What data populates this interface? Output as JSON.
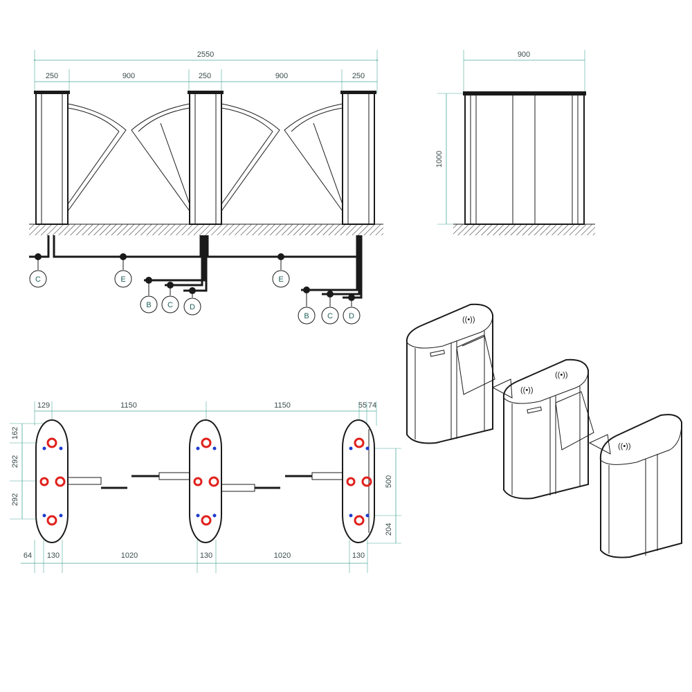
{
  "front_view": {
    "total_width": "2550",
    "segments": [
      "250",
      "900",
      "250",
      "900",
      "250"
    ]
  },
  "side_view": {
    "width": "900",
    "height": "1000"
  },
  "connections": {
    "c_left": "C",
    "e_left": "E",
    "b_mid": "B",
    "c_mid": "C",
    "d_mid": "D",
    "e_right": "E",
    "b_right": "B",
    "c_right": "C",
    "d_right": "D"
  },
  "plan_view": {
    "top_129": "129",
    "top_1150_a": "1150",
    "top_1150_b": "1150",
    "top_55": "55",
    "top_74": "74",
    "left_162": "162",
    "left_292_a": "292",
    "left_292_b": "292",
    "right_500": "500",
    "right_204": "204",
    "bottom_64": "64",
    "bottom_130_a": "130",
    "bottom_1020_a": "1020",
    "bottom_130_b": "130",
    "bottom_1020_b": "1020",
    "bottom_130_c": "130"
  },
  "colors": {
    "line": "#1a1a1a",
    "dimension": "#4aa89a",
    "anchor_red": "#e0201c",
    "anchor_blue": "#1e3ccc",
    "label": "#1f5f5a"
  }
}
